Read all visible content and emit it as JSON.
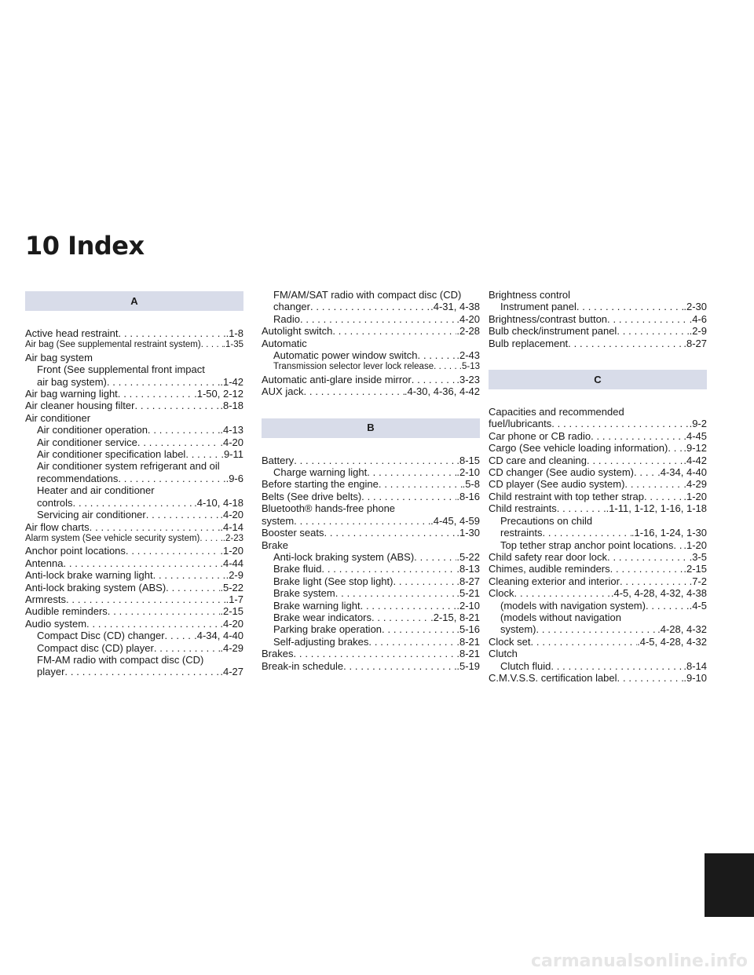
{
  "title": "10 Index",
  "watermark": "carmanualsonline.info",
  "columns": [
    [
      {
        "band": "A"
      },
      {
        "t": "Active head restraint",
        "p": ".1-8"
      },
      {
        "t": "Air bag (See supplemental restraint system)",
        "p": ".1-35",
        "small": true
      },
      {
        "t": "Air bag system"
      },
      {
        "t": "Front (See supplemental front impact",
        "ind": 1
      },
      {
        "t": "air bag system)",
        "p": ".1-42",
        "ind": 1
      },
      {
        "t": "Air bag warning light",
        "p": ".1-50, 2-12"
      },
      {
        "t": "Air cleaner housing filter",
        "p": ".8-18"
      },
      {
        "t": "Air conditioner"
      },
      {
        "t": "Air conditioner operation",
        "p": ".4-13",
        "ind": 1
      },
      {
        "t": "Air conditioner service",
        "p": ".4-20",
        "ind": 1
      },
      {
        "t": "Air conditioner specification label",
        "p": ".9-11",
        "ind": 1
      },
      {
        "t": "Air conditioner system refrigerant and oil",
        "ind": 1
      },
      {
        "t": "recommendations",
        "p": ".9-6",
        "ind": 1
      },
      {
        "t": "Heater and air conditioner",
        "ind": 1
      },
      {
        "t": "controls",
        "p": ".4-10, 4-18",
        "ind": 1
      },
      {
        "t": "Servicing air conditioner",
        "p": ".4-20",
        "ind": 1
      },
      {
        "t": "Air flow charts",
        "p": ".4-14"
      },
      {
        "t": "Alarm system (See vehicle security system)",
        "p": ".2-23",
        "small": true
      },
      {
        "t": "Anchor point locations",
        "p": ".1-20"
      },
      {
        "t": "Antenna",
        "p": ".4-44"
      },
      {
        "t": "Anti-lock brake warning light",
        "p": ".2-9"
      },
      {
        "t": "Anti-lock braking system (ABS)",
        "p": ".5-22"
      },
      {
        "t": "Armrests",
        "p": ".1-7"
      },
      {
        "t": "Audible reminders",
        "p": ".2-15"
      },
      {
        "t": "Audio system",
        "p": ".4-20"
      },
      {
        "t": "Compact Disc (CD) changer",
        "p": ".4-34, 4-40",
        "ind": 1
      },
      {
        "t": "Compact disc (CD) player",
        "p": ".4-29",
        "ind": 1
      },
      {
        "t": "FM-AM radio with compact disc (CD)",
        "ind": 1
      },
      {
        "t": "player",
        "p": ".4-27",
        "ind": 1
      }
    ],
    [
      {
        "t": "FM/AM/SAT radio with compact disc (CD)",
        "ind": 1
      },
      {
        "t": "changer",
        "p": ".4-31, 4-38",
        "ind": 1
      },
      {
        "t": "Radio",
        "p": ".4-20",
        "ind": 1
      },
      {
        "t": "Autolight switch",
        "p": ".2-28"
      },
      {
        "t": "Automatic"
      },
      {
        "t": "Automatic power window switch",
        "p": ".2-43",
        "ind": 1
      },
      {
        "t": "Transmission selector lever lock release",
        "p": ".5-13",
        "ind": 1,
        "small": true
      },
      {
        "t": "Automatic anti-glare inside mirror",
        "p": ".3-23"
      },
      {
        "t": "AUX jack",
        "p": ".4-30, 4-36, 4-42"
      },
      {
        "band": "B",
        "gap": true
      },
      {
        "t": "Battery",
        "p": ".8-15"
      },
      {
        "t": "Charge warning light",
        "p": ".2-10",
        "ind": 1
      },
      {
        "t": "Before starting the engine",
        "p": ".5-8"
      },
      {
        "t": "Belts (See drive belts)",
        "p": ".8-16"
      },
      {
        "t": "Bluetooth® hands-free phone"
      },
      {
        "t": "system",
        "p": ".4-45, 4-59"
      },
      {
        "t": "Booster seats",
        "p": ".1-30"
      },
      {
        "t": "Brake"
      },
      {
        "t": "Anti-lock braking system (ABS)",
        "p": ".5-22",
        "ind": 1
      },
      {
        "t": "Brake fluid",
        "p": ".8-13",
        "ind": 1
      },
      {
        "t": "Brake light (See stop light)",
        "p": ".8-27",
        "ind": 1
      },
      {
        "t": "Brake system",
        "p": ".5-21",
        "ind": 1
      },
      {
        "t": "Brake warning light",
        "p": ".2-10",
        "ind": 1
      },
      {
        "t": "Brake wear indicators",
        "p": ".2-15, 8-21",
        "ind": 1
      },
      {
        "t": "Parking brake operation",
        "p": ".5-16",
        "ind": 1
      },
      {
        "t": "Self-adjusting brakes",
        "p": ".8-21",
        "ind": 1
      },
      {
        "t": "Brakes",
        "p": ".8-21"
      },
      {
        "t": "Break-in schedule",
        "p": ".5-19"
      }
    ],
    [
      {
        "t": "Brightness control"
      },
      {
        "t": "Instrument panel",
        "p": ".2-30",
        "ind": 1
      },
      {
        "t": "Brightness/contrast button",
        "p": ".4-6"
      },
      {
        "t": "Bulb check/instrument panel",
        "p": ".2-9"
      },
      {
        "t": "Bulb replacement",
        "p": ".8-27"
      },
      {
        "band": "C",
        "gap": true
      },
      {
        "t": "Capacities and recommended"
      },
      {
        "t": "fuel/lubricants",
        "p": ".9-2"
      },
      {
        "t": "Car phone or CB radio",
        "p": ".4-45"
      },
      {
        "t": "Cargo (See vehicle loading information)",
        "p": ".9-12"
      },
      {
        "t": "CD care and cleaning",
        "p": ".4-42"
      },
      {
        "t": "CD changer (See audio system)",
        "p": ".4-34, 4-40"
      },
      {
        "t": "CD player (See audio system)",
        "p": ".4-29"
      },
      {
        "t": "Child restraint with top tether strap",
        "p": ".1-20"
      },
      {
        "t": "Child restraints",
        "p": ".1-11, 1-12, 1-16, 1-18"
      },
      {
        "t": "Precautions on child",
        "ind": 1
      },
      {
        "t": "restraints",
        "p": ".1-16, 1-24, 1-30",
        "ind": 1
      },
      {
        "t": "Top tether strap anchor point locations",
        "p": ".1-20",
        "ind": 1
      },
      {
        "t": "Child safety rear door lock",
        "p": ".3-5"
      },
      {
        "t": "Chimes, audible reminders",
        "p": ".2-15"
      },
      {
        "t": "Cleaning exterior and interior",
        "p": ".7-2"
      },
      {
        "t": "Clock",
        "p": ".4-5, 4-28, 4-32, 4-38"
      },
      {
        "t": "(models with navigation system)",
        "p": ".4-5",
        "ind": 1
      },
      {
        "t": "(models without navigation",
        "ind": 1
      },
      {
        "t": "system)",
        "p": ".4-28, 4-32",
        "ind": 1
      },
      {
        "t": "Clock set",
        "p": ".4-5, 4-28, 4-32"
      },
      {
        "t": "Clutch"
      },
      {
        "t": "Clutch fluid",
        "p": ".8-14",
        "ind": 1
      },
      {
        "t": "C.M.V.S.S. certification label",
        "p": ".9-10"
      }
    ]
  ]
}
